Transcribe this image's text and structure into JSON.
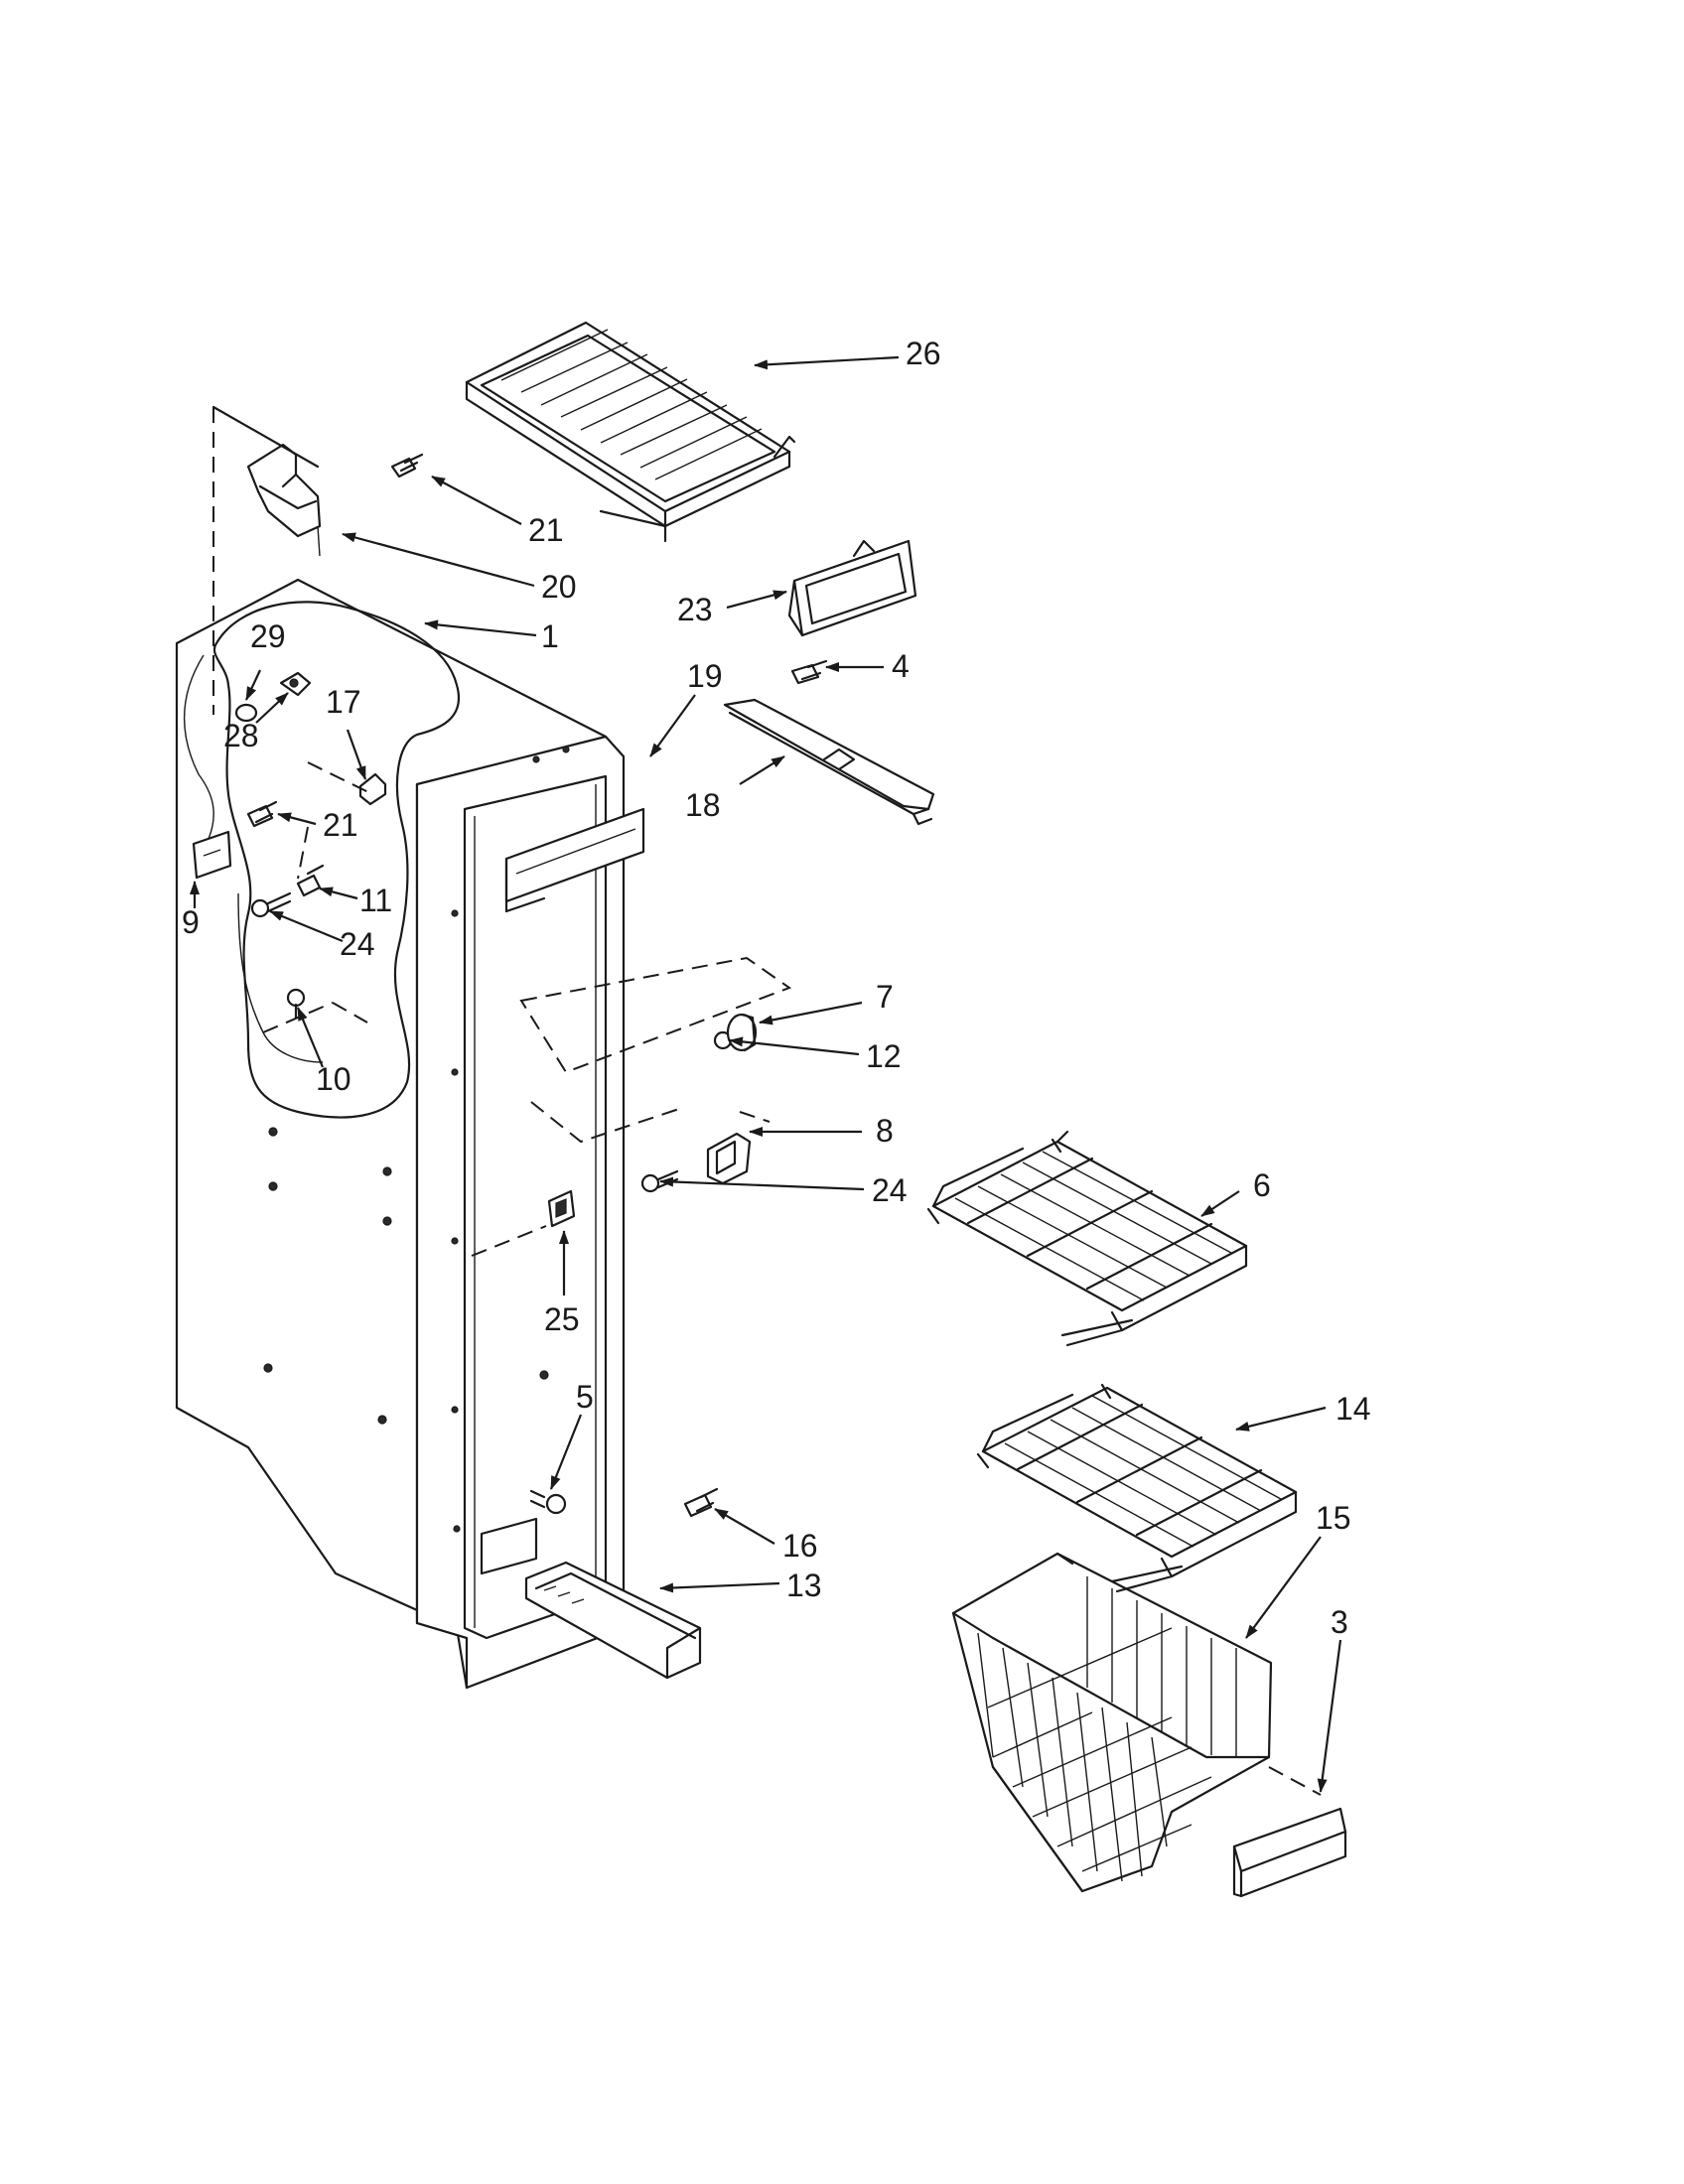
{
  "callouts": [
    {
      "id": "26",
      "text": "26"
    },
    {
      "id": "21a",
      "text": "21"
    },
    {
      "id": "20",
      "text": "20"
    },
    {
      "id": "1",
      "text": "1"
    },
    {
      "id": "23",
      "text": "23"
    },
    {
      "id": "4",
      "text": "4"
    },
    {
      "id": "29",
      "text": "29"
    },
    {
      "id": "19",
      "text": "19"
    },
    {
      "id": "28",
      "text": "28"
    },
    {
      "id": "17",
      "text": "17"
    },
    {
      "id": "18",
      "text": "18"
    },
    {
      "id": "21b",
      "text": "21"
    },
    {
      "id": "11",
      "text": "11"
    },
    {
      "id": "9",
      "text": "9"
    },
    {
      "id": "24a",
      "text": "24"
    },
    {
      "id": "7",
      "text": "7"
    },
    {
      "id": "12",
      "text": "12"
    },
    {
      "id": "10",
      "text": "10"
    },
    {
      "id": "8",
      "text": "8"
    },
    {
      "id": "24b",
      "text": "24"
    },
    {
      "id": "6",
      "text": "6"
    },
    {
      "id": "25",
      "text": "25"
    },
    {
      "id": "5",
      "text": "5"
    },
    {
      "id": "14",
      "text": "14"
    },
    {
      "id": "15",
      "text": "15"
    },
    {
      "id": "16",
      "text": "16"
    },
    {
      "id": "13",
      "text": "13"
    },
    {
      "id": "3",
      "text": "3"
    }
  ],
  "colors": {
    "ink": "#1a1a1a",
    "paper": "#ffffff"
  }
}
